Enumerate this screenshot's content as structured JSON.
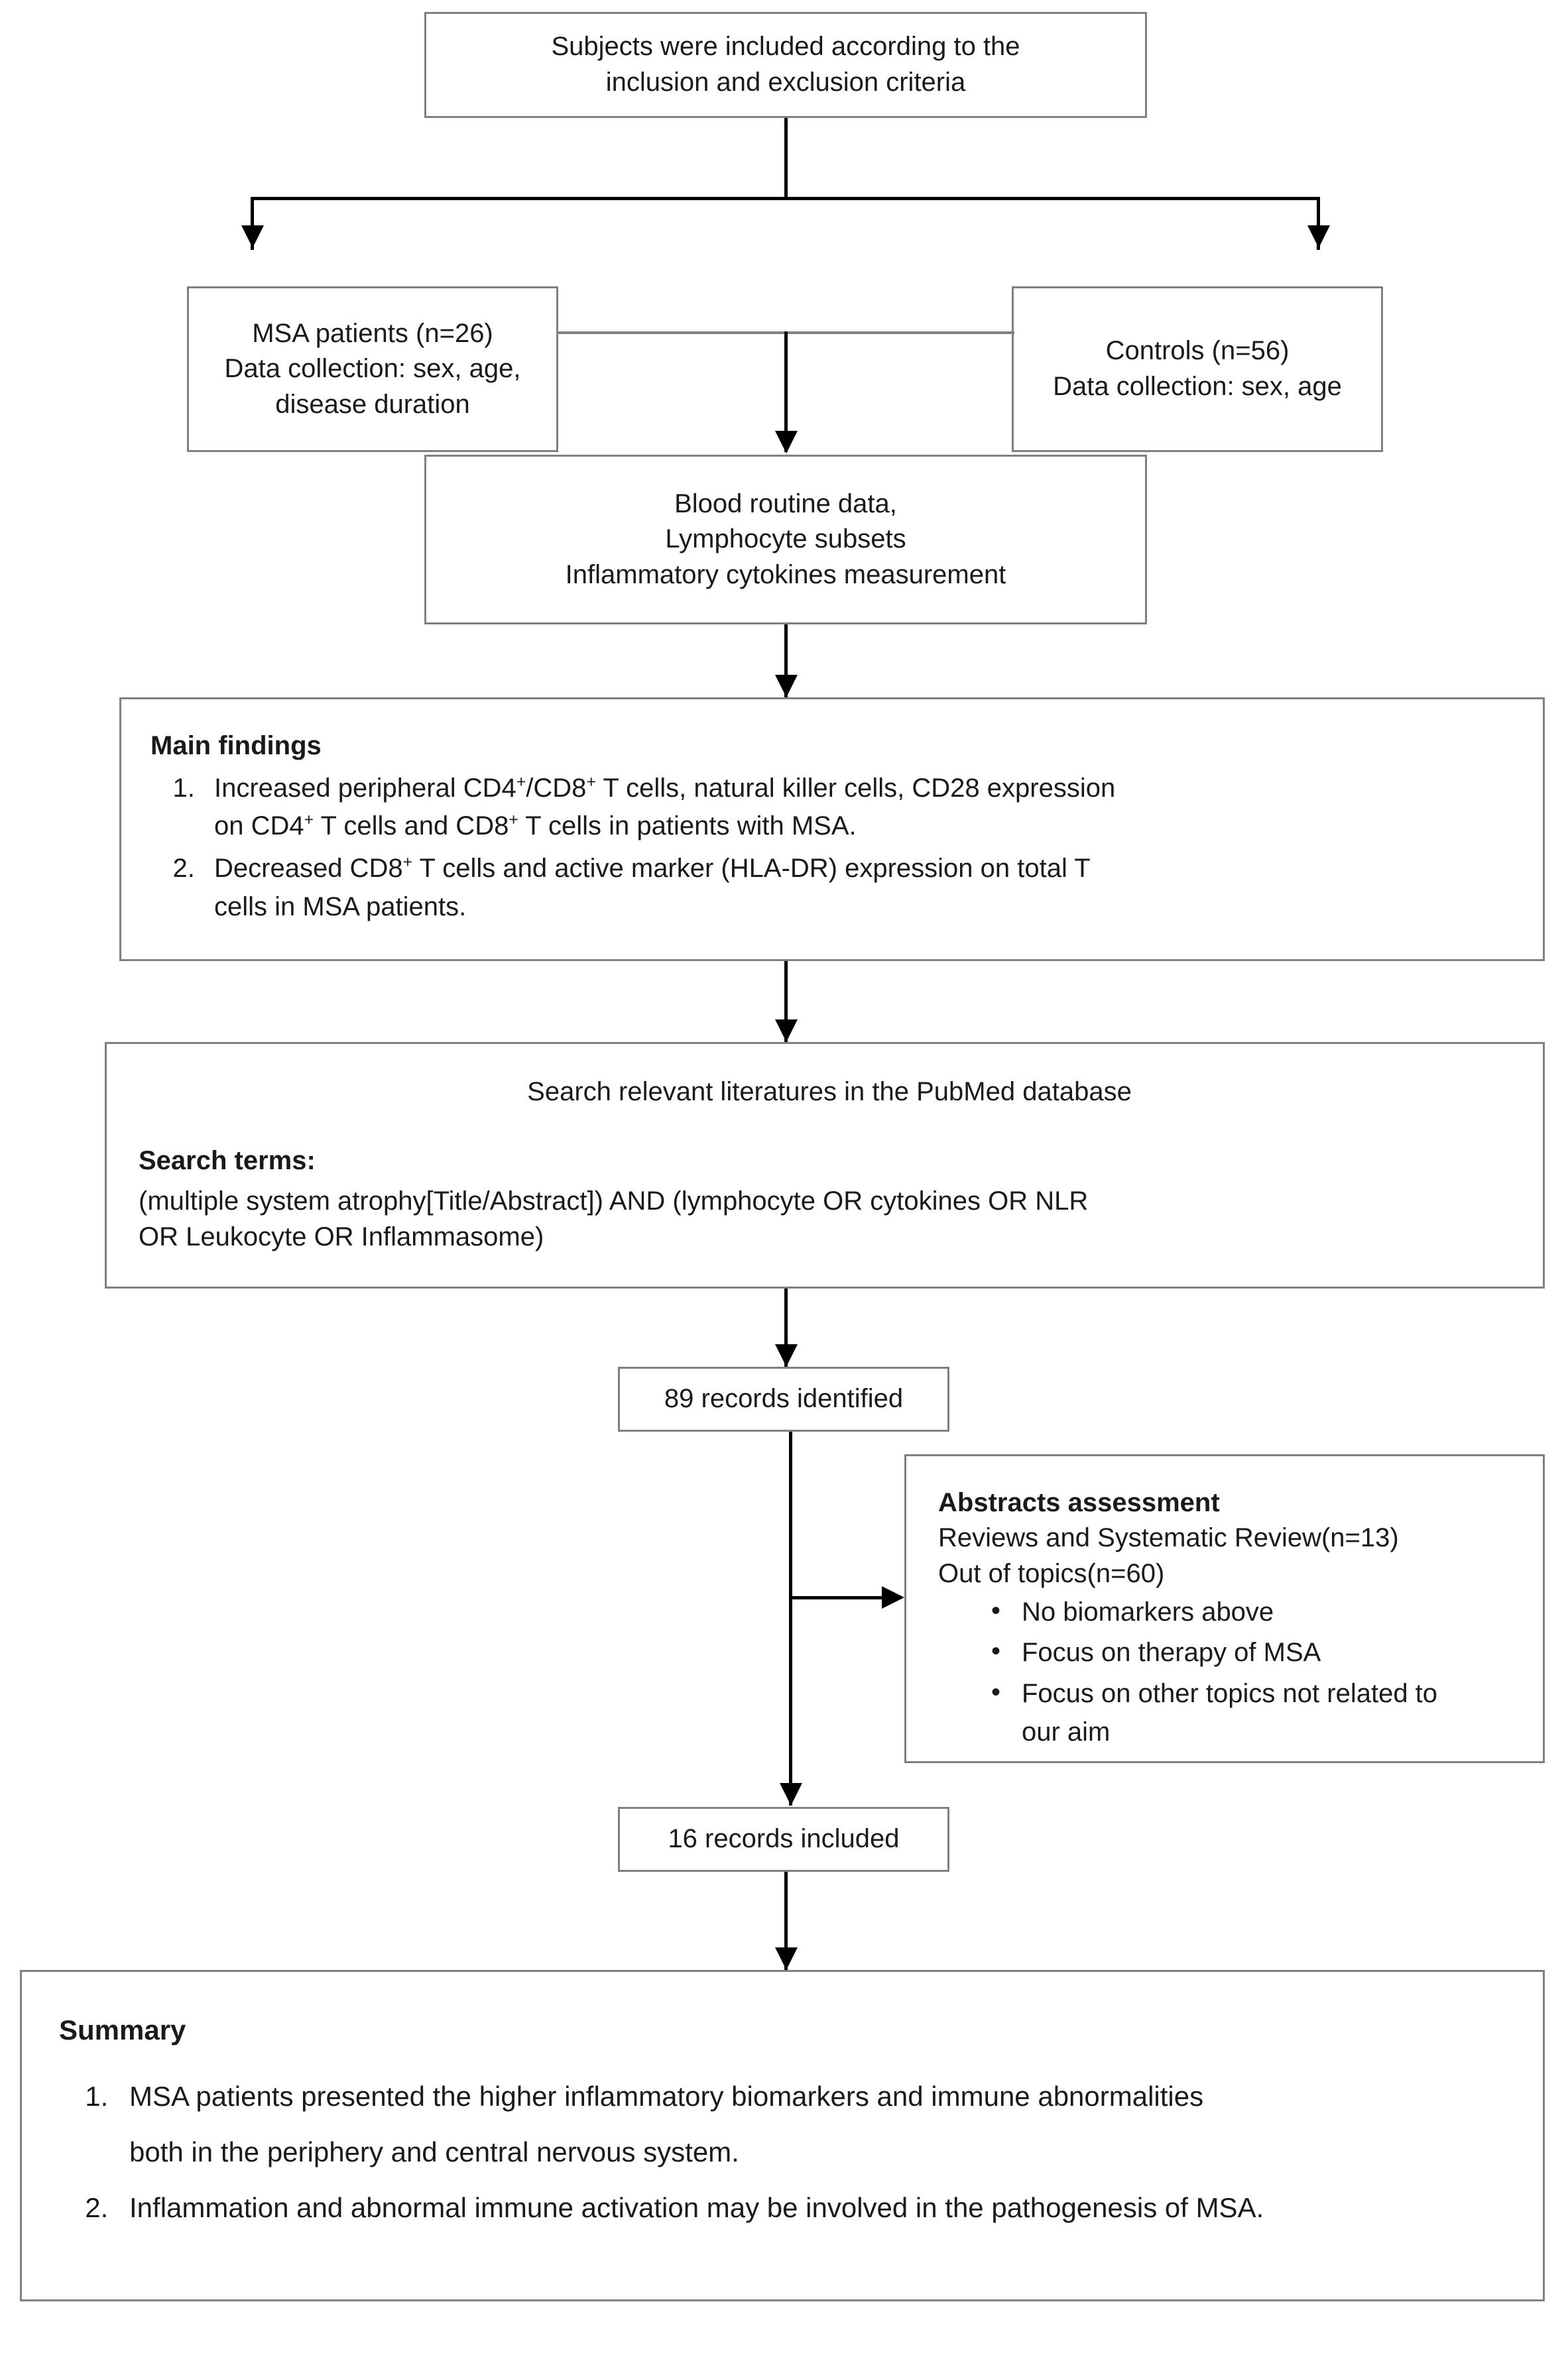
{
  "chart_data": {
    "type": "flowchart",
    "title": "MSA study and literature search flow diagram",
    "nodes": [
      "Subjects were included according to the inclusion and exclusion criteria",
      "MSA patients (n=26) / Data collection: sex, age, disease duration",
      "Controls (n=56) / Data collection: sex, age",
      "Blood routine data, Lymphocyte subsets, Inflammatory cytokines measurement",
      "Main findings",
      "Search relevant literatures in the PubMed database",
      "89 records identified",
      "Abstracts assessment",
      "16 records included",
      "Summary"
    ],
    "counts": {
      "msa_patients": 26,
      "controls": 56,
      "records_identified": 89,
      "reviews_and_systematic_review_excluded": 13,
      "out_of_topics_excluded": 60,
      "records_included": 16
    }
  },
  "nodes": {
    "subjects": {
      "line1": "Subjects were included according to the",
      "line2": "inclusion and exclusion criteria"
    },
    "msa": {
      "line1": "MSA patients (n=26)",
      "line2": "Data collection: sex, age,",
      "line3": "disease duration"
    },
    "controls": {
      "line1": "Controls (n=56)",
      "line2": "Data collection: sex, age"
    },
    "measurement": {
      "line1": "Blood routine data,",
      "line2": "Lymphocyte subsets",
      "line3": "Inflammatory cytokines measurement"
    },
    "main_findings": {
      "header": "Main findings",
      "item1_a": "Increased peripheral CD4",
      "item1_sup1": "+",
      "item1_b": "/CD8",
      "item1_sup2": "+",
      "item1_c": " T cells, natural killer cells, CD28 expression",
      "item1_d": "on CD4",
      "item1_sup3": "+",
      "item1_e": " T cells and CD8",
      "item1_sup4": "+",
      "item1_f": " T cells in patients with MSA.",
      "item2_a": "Decreased CD8",
      "item2_sup1": "+",
      "item2_b": " T cells and active marker (HLA-DR) expression on total T",
      "item2_c": "cells in MSA patients."
    },
    "search": {
      "title": "Search relevant literatures in the PubMed database",
      "terms_label": "Search terms:",
      "terms_line1": "(multiple system atrophy[Title/Abstract]) AND (lymphocyte OR cytokines OR NLR",
      "terms_line2": "OR Leukocyte OR Inflammasome)"
    },
    "records_identified": "89 records identified",
    "abstracts": {
      "header": "Abstracts assessment",
      "line1": "Reviews and Systematic Review(n=13)",
      "line2": "Out of topics(n=60)",
      "bullet1": "No biomarkers above",
      "bullet2": "Focus on therapy of MSA",
      "bullet3_a": "Focus on other topics not related to",
      "bullet3_b": "our aim"
    },
    "records_included": "16 records included",
    "summary": {
      "header": "Summary",
      "item1_a": "MSA patients presented the higher inflammatory biomarkers and immune abnormalities",
      "item1_b": "both in the periphery and central nervous system.",
      "item2": "Inflammation and abnormal immune activation may be involved in the pathogenesis of MSA."
    }
  },
  "colors": {
    "border": "#808080",
    "connector": "#000000",
    "text": "#1a1a1a",
    "background": "#ffffff"
  }
}
